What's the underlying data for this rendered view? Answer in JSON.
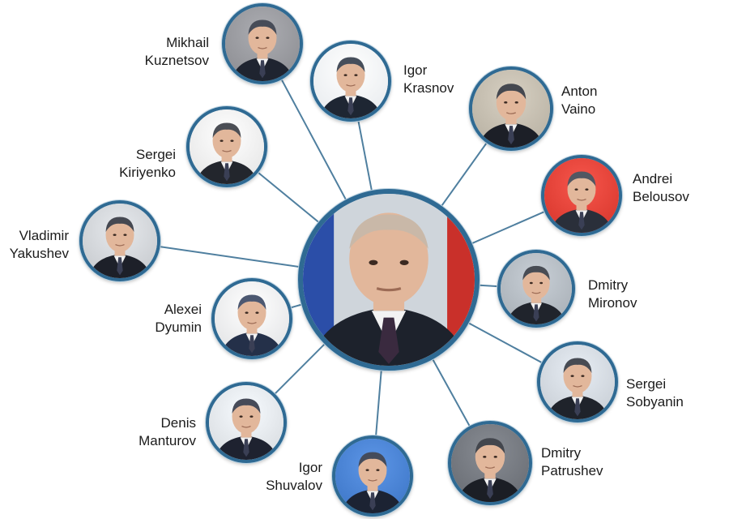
{
  "center": {
    "name": "center-portrait"
  },
  "people": [
    {
      "id": "mikhail-kuznetsov",
      "first": "Mikhail",
      "last": "Kuznetsov",
      "bg": "#8e8f94",
      "suit": "#1f2430"
    },
    {
      "id": "igor-krasnov",
      "first": "Igor",
      "last": "Krasnov",
      "bg": "#e9ecef",
      "suit": "#1e2633"
    },
    {
      "id": "anton-vaino",
      "first": "Anton",
      "last": "Vaino",
      "bg": "#b9b2a4",
      "suit": "#1c1f27"
    },
    {
      "id": "andrei-belousov",
      "first": "Andrei",
      "last": "Belousov",
      "bg": "#d9382e",
      "suit": "#2a2f3a"
    },
    {
      "id": "sergei-kiriyenko",
      "first": "Sergei",
      "last": "Kiriyenko",
      "bg": "#e6e6e6",
      "suit": "#23262d"
    },
    {
      "id": "vladimir-yakushev",
      "first": "Vladimir",
      "last": "Yakushev",
      "bg": "#c8cbcf",
      "suit": "#1d2029"
    },
    {
      "id": "dmitry-mironov",
      "first": "Dmitry",
      "last": "Mironov",
      "bg": "#aab1b8",
      "suit": "#20242c"
    },
    {
      "id": "alexei-dyumin",
      "first": "Alexei",
      "last": "Dyumin",
      "bg": "#e3e4e6",
      "suit": "#243049"
    },
    {
      "id": "sergei-sobyanin",
      "first": "Sergei",
      "last": "Sobyanin",
      "bg": "#c9cfd6",
      "suit": "#1f232b"
    },
    {
      "id": "denis-manturov",
      "first": "Denis",
      "last": "Manturov",
      "bg": "#d9dde1",
      "suit": "#1e2230"
    },
    {
      "id": "dmitry-patrushev",
      "first": "Dmitry",
      "last": "Patrushev",
      "bg": "#6a6e75",
      "suit": "#1b1e25"
    },
    {
      "id": "igor-shuvalov",
      "first": "Igor",
      "last": "Shuvalov",
      "bg": "#3f78c9",
      "suit": "#1c2333"
    }
  ],
  "colors": {
    "ring": "#2f6a93",
    "line": "#4f7f9f",
    "skin": "#e2b79b",
    "text": "#1b1b1b"
  }
}
